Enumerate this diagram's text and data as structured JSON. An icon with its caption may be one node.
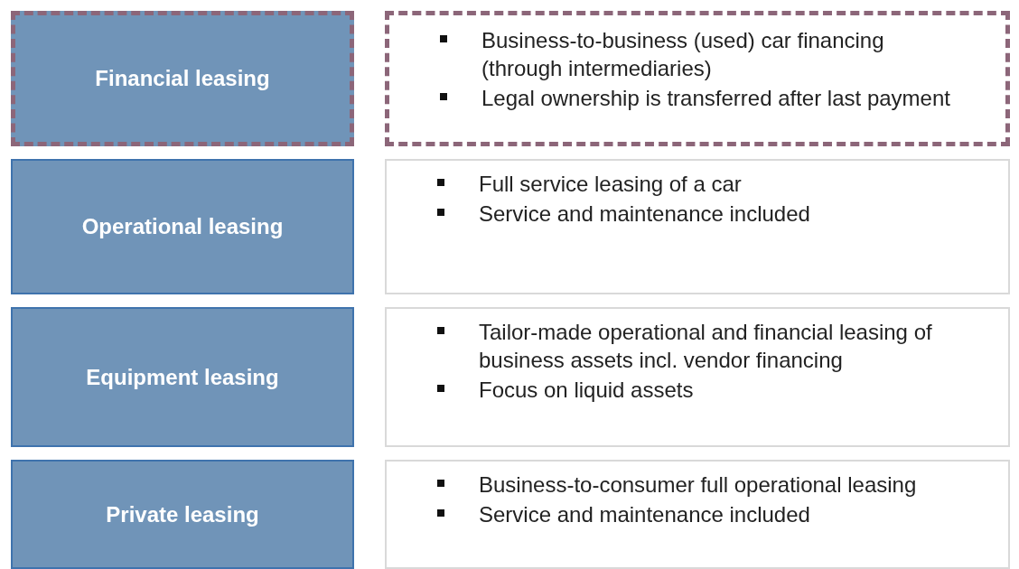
{
  "diagram": {
    "nodes": [
      {
        "text": [
          "Financial leasing"
        ]
      },
      {
        "text": [
          "Business-to-business (used) car financing (through intermediaries)",
          "Legal ownership is transferred after last payment"
        ]
      },
      {
        "text": [
          "Operational leasing"
        ]
      },
      {
        "text": [
          "Full service leasing of a car",
          "Service and maintenance included"
        ]
      },
      {
        "text": [
          "Equipment leasing"
        ]
      },
      {
        "text": [
          "Tailor-made operational and financial leasing of business assets incl. vendor financing",
          "Focus on liquid assets"
        ]
      },
      {
        "text": [
          "Private leasing"
        ]
      },
      {
        "text": [
          "Business-to-consumer full operational leasing",
          "Service and maintenance included"
        ]
      }
    ],
    "edges": []
  }
}
